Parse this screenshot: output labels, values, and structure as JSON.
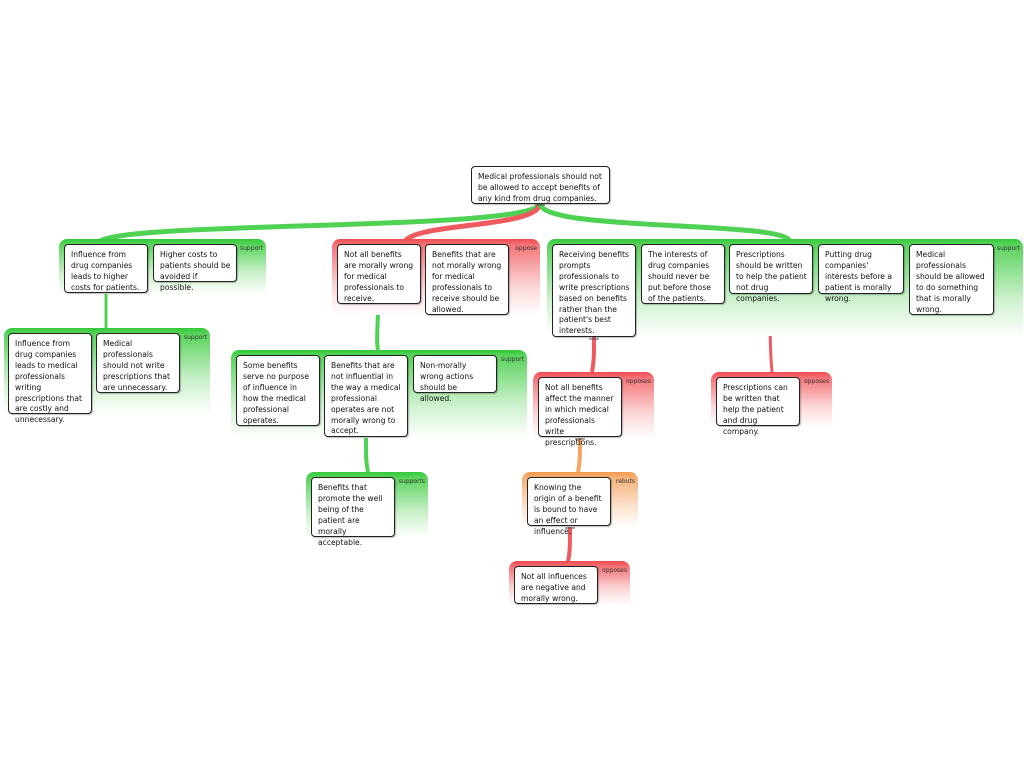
{
  "root": "Medical professionals should not be allowed to accept benefits of any kind from drug companies.",
  "groups": {
    "support_a": {
      "label": "support",
      "nodes": [
        "Influence from drug companies leads to higher costs for patients.",
        "Higher costs to patients should be avoided if possible."
      ]
    },
    "support_b": {
      "label": "support",
      "nodes": [
        "Influence from drug companies leads to medical professionals writing prescriptions that are costly and unnecessary.",
        "Medical professionals should not write prescriptions that are unnecessary."
      ]
    },
    "oppose_a": {
      "label": "oppose",
      "nodes": [
        "Not all benefits are morally wrong for medical professionals to receive.",
        "Benefits that are not morally wrong for medical professionals to receive should be allowed."
      ]
    },
    "support_c": {
      "label": "support",
      "nodes": [
        "Some benefits serve no purpose of influence in how the medical professional operates.",
        "Benefits that are not influential in the way a medical professional operates are not morally wrong to accept.",
        "Non-morally wrong actions should be allowed."
      ]
    },
    "supports_d": {
      "label": "supports",
      "nodes": [
        "Benefits that promote the well being of the patient are morally acceptable."
      ]
    },
    "support_e": {
      "label": "support",
      "nodes": [
        "Receiving benefits prompts professionals to write prescriptions based on benefits rather than the patient's best interests.",
        "The interests of drug companies should never be put before those of the patients.",
        "Prescriptions should be written to help the patient not drug companies.",
        "Putting drug companies' interests before a patient is morally wrong.",
        "Medical professionals should be allowed to do something that is morally wrong."
      ]
    },
    "opposes_f": {
      "label": "opposes",
      "nodes": [
        "Not all benefits affect the manner in which medical professionals write prescriptions."
      ]
    },
    "rebuts_g": {
      "label": "rebuts",
      "nodes": [
        "Knowing the origin of a benefit is bound to have an effect or influence."
      ]
    },
    "opposes_h": {
      "label": "opposes",
      "nodes": [
        "Not all influences are negative and morally wrong."
      ]
    },
    "opposes_i": {
      "label": "opposes",
      "nodes": [
        "Prescriptions can be written that help the patient and drug company."
      ]
    }
  },
  "colors": {
    "support": "#4fd153",
    "oppose": "#ef5a5e",
    "rebut": "#f5a462"
  }
}
